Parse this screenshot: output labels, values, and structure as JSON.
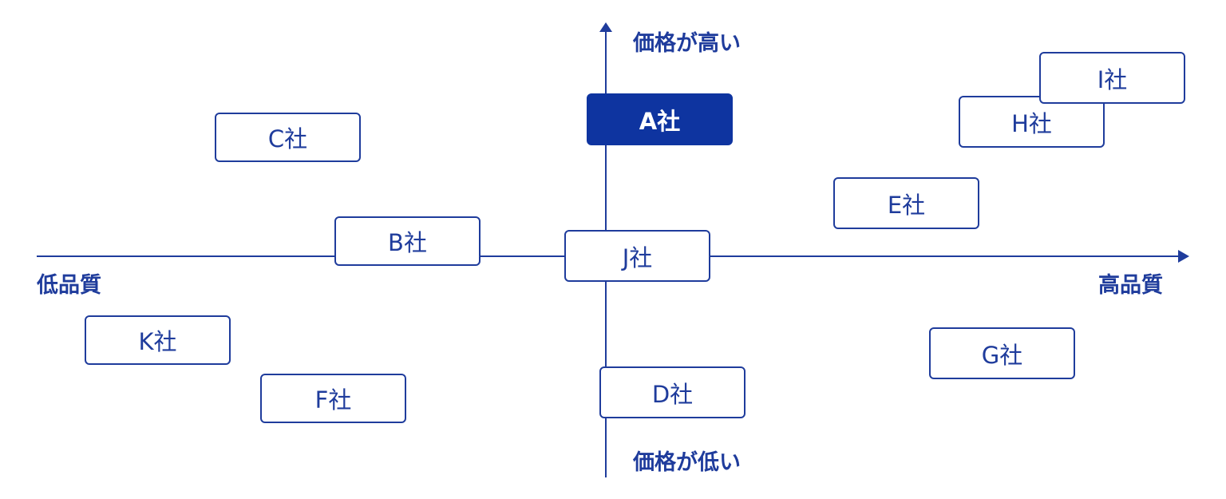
{
  "axis_labels": {
    "top": "価格が高い",
    "bottom": "価格が低い",
    "left": "低品質",
    "right": "高品質"
  },
  "companies": [
    {
      "id": "a",
      "label": "A社",
      "highlighted": true
    },
    {
      "id": "b",
      "label": "B社",
      "highlighted": false
    },
    {
      "id": "c",
      "label": "C社",
      "highlighted": false
    },
    {
      "id": "d",
      "label": "D社",
      "highlighted": false
    },
    {
      "id": "e",
      "label": "E社",
      "highlighted": false
    },
    {
      "id": "f",
      "label": "F社",
      "highlighted": false
    },
    {
      "id": "g",
      "label": "G社",
      "highlighted": false
    },
    {
      "id": "h",
      "label": "H社",
      "highlighted": false
    },
    {
      "id": "i",
      "label": "I社",
      "highlighted": false
    },
    {
      "id": "j",
      "label": "J社",
      "highlighted": false
    },
    {
      "id": "k",
      "label": "K社",
      "highlighted": false
    }
  ],
  "colors": {
    "accent": "#1f3c9c",
    "highlight_fill": "#0e34a0",
    "background": "#ffffff"
  }
}
